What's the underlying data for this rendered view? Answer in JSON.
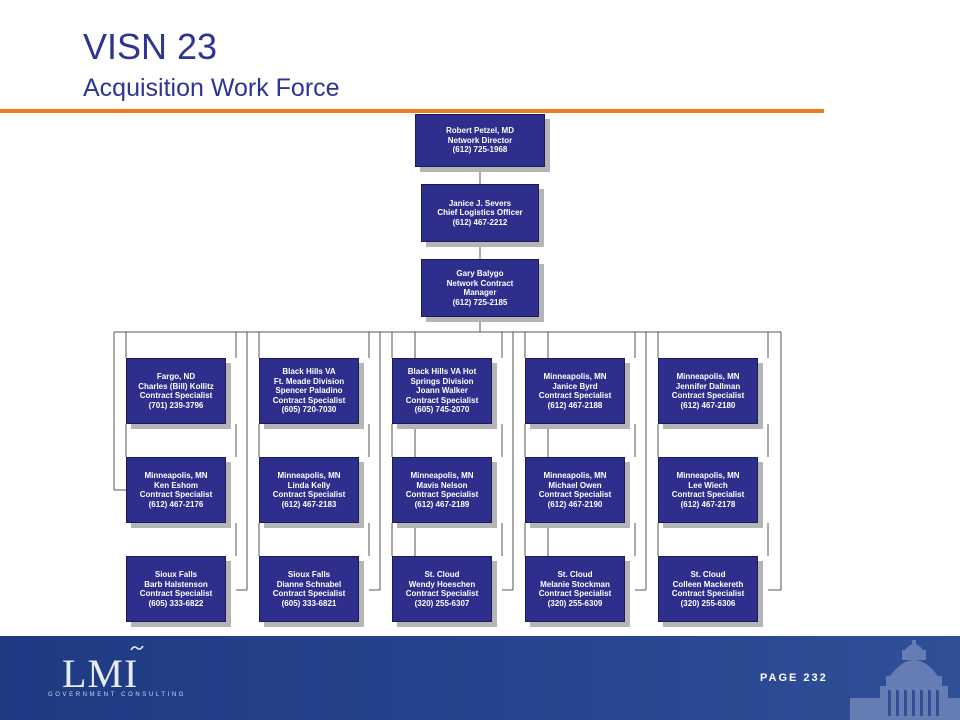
{
  "header": {
    "title": "VISN 23",
    "subtitle": "Acquisition Work Force"
  },
  "chain": [
    {
      "lines": [
        "Robert Petzel, MD",
        "Network Director",
        "(612) 725-1968"
      ]
    },
    {
      "lines": [
        "Janice J. Severs",
        "Chief Logistics Officer",
        "(612) 467-2212"
      ]
    },
    {
      "lines": [
        "Gary Balygo",
        "Network Contract",
        "Manager",
        "(612) 725-2185"
      ]
    }
  ],
  "grid": [
    [
      {
        "lines": [
          "Fargo, ND",
          "Charles (Bill) Kollitz",
          "Contract Specialist",
          "(701) 239-3796"
        ]
      },
      {
        "lines": [
          "Black Hills VA",
          "Ft. Meade Division",
          "Spencer Paladino",
          "Contract Specialist",
          "(605) 720-7030"
        ]
      },
      {
        "lines": [
          "Black Hills VA Hot",
          "Springs Division",
          "Joann Walker",
          "Contract Specialist",
          "(605) 745-2070"
        ]
      },
      {
        "lines": [
          "Minneapolis, MN",
          "Janice Byrd",
          "Contract Specialist",
          "(612) 467-2188"
        ]
      },
      {
        "lines": [
          "Minneapolis, MN",
          "Jennifer Dallman",
          "Contract Specialist",
          "(612) 467-2180"
        ]
      }
    ],
    [
      {
        "lines": [
          "Minneapolis, MN",
          "Ken Eshom",
          "Contract Specialist",
          "(612) 467-2176"
        ]
      },
      {
        "lines": [
          "Minneapolis, MN",
          "Linda Kelly",
          "Contract Specialist",
          "(612) 467-2183"
        ]
      },
      {
        "lines": [
          "Minneapolis, MN",
          "Mavis Nelson",
          "Contract Specialist",
          "(612) 467-2189"
        ]
      },
      {
        "lines": [
          "Minneapolis, MN",
          "Michael Owen",
          "Contract Specialist",
          "(612) 467-2190"
        ]
      },
      {
        "lines": [
          "Minneapolis, MN",
          "Lee Wiech",
          "Contract Specialist",
          "(612) 467-2178"
        ]
      }
    ],
    [
      {
        "lines": [
          "Sioux Falls",
          "Barb Halstenson",
          "Contract Specialist",
          "(605) 333-6822"
        ]
      },
      {
        "lines": [
          "Sioux Falls",
          "Dianne Schnabel",
          "Contract Specialist",
          "(605) 333-6821"
        ]
      },
      {
        "lines": [
          "St. Cloud",
          "Wendy Hoeschen",
          "Contract Specialist",
          "(320) 255-6307"
        ]
      },
      {
        "lines": [
          "St. Cloud",
          "Melanie Stockman",
          "Contract Specialist",
          "(320) 255-6309"
        ]
      },
      {
        "lines": [
          "St. Cloud",
          "Colleen Mackereth",
          "Contract Specialist",
          "(320) 255-6306"
        ]
      }
    ]
  ],
  "footer": {
    "logo": "LMI",
    "logo_sub": "GOVERNMENT CONSULTING",
    "page": "PAGE 232"
  },
  "colors": {
    "box": "#2e2f8c",
    "accent": "#f07a1e",
    "title": "#2c3592",
    "footer": "#27468f"
  },
  "icons": [
    "capitol-dome-icon"
  ]
}
